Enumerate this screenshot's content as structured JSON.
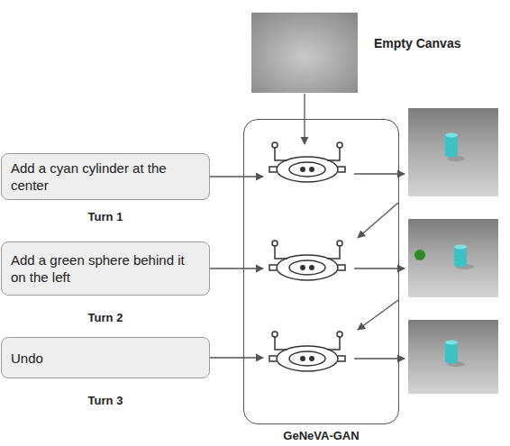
{
  "diagram": {
    "nodes": [
      {
        "text": [
          "Add a cyan cylinder at the center"
        ]
      },
      {
        "text": [
          "Add a green sphere behind it on the left"
        ]
      },
      {
        "text": [
          "Undo"
        ]
      },
      {
        "text": [
          "GeNeVA-GAN"
        ]
      }
    ],
    "edges": [
      {
        "from": 0,
        "to": 3,
        "arrow": "to"
      },
      {
        "from": 1,
        "to": 3,
        "arrow": "to"
      },
      {
        "from": 2,
        "to": 3,
        "arrow": "to"
      }
    ],
    "labels": [
      "Empty Canvas",
      "Turn 1",
      "Turn 2",
      "Turn 3"
    ]
  }
}
